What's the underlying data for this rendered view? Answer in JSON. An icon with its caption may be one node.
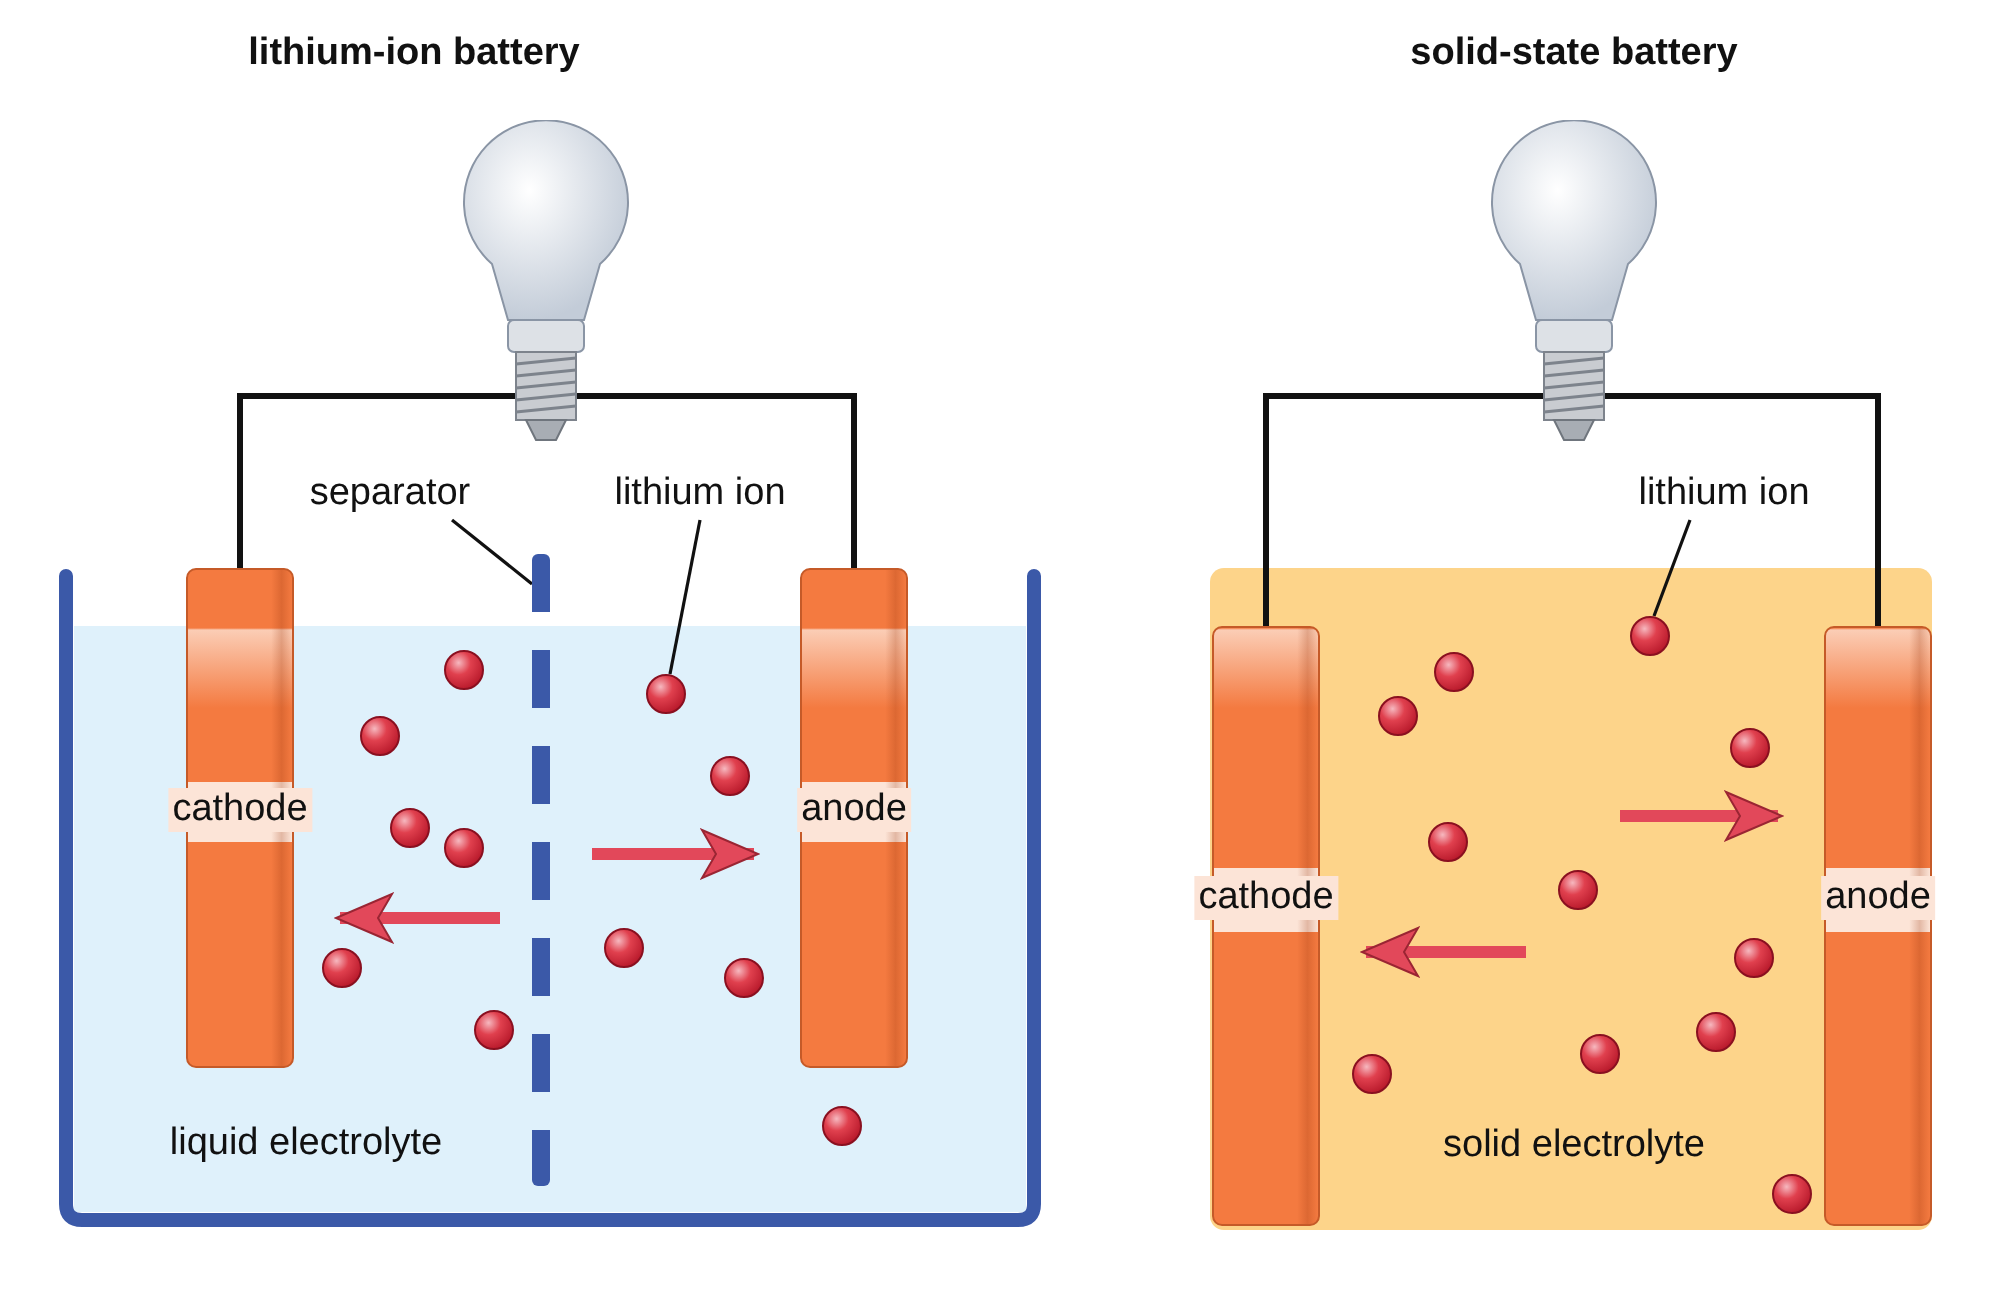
{
  "diagram": {
    "nodes": [
      {
        "text": [],
        "shape": "bulb"
      },
      {
        "text": [
          "cathode"
        ]
      },
      {
        "text": [
          "anode"
        ]
      },
      {
        "text": [
          "separator"
        ]
      },
      {
        "text": [],
        "shape": "bar"
      },
      {
        "text": [
          "lithium ion"
        ]
      },
      {
        "text": [],
        "shape": "circle"
      },
      {
        "text": [],
        "shape": "bulb"
      },
      {
        "text": [
          "cathode"
        ]
      },
      {
        "text": [
          "anode"
        ]
      },
      {
        "text": [
          "lithium ion"
        ]
      },
      {
        "text": [],
        "shape": "circle"
      },
      {
        "text": [],
        "shape": "circle"
      },
      {
        "text": [],
        "shape": "circle"
      },
      {
        "text": [],
        "shape": "circle"
      },
      {
        "text": [],
        "shape": "circle"
      },
      {
        "text": [],
        "shape": "circle"
      },
      {
        "text": [],
        "shape": "circle"
      },
      {
        "text": [],
        "shape": "circle"
      },
      {
        "text": [],
        "shape": "circle"
      },
      {
        "text": [],
        "shape": "circle"
      },
      {
        "text": [],
        "shape": "circle"
      },
      {
        "text": [],
        "shape": "circle"
      },
      {
        "text": [],
        "shape": "circle"
      },
      {
        "text": [],
        "shape": "circle"
      },
      {
        "text": [],
        "shape": "circle"
      },
      {
        "text": [],
        "shape": "circle"
      },
      {
        "text": [],
        "shape": "circle"
      },
      {
        "text": [],
        "shape": "circle"
      },
      {
        "text": [],
        "shape": "circle"
      },
      {
        "text": [],
        "shape": "circle"
      },
      {
        "text": [],
        "shape": "circle"
      }
    ],
    "edges": [
      {
        "from": 0,
        "to": 1,
        "arrow": "none"
      },
      {
        "from": 0,
        "to": 2,
        "arrow": "none"
      },
      {
        "from": 3,
        "to": 4,
        "arrow": "none"
      },
      {
        "from": 5,
        "to": 6,
        "arrow": "none"
      },
      {
        "from": 7,
        "to": 8,
        "arrow": "none"
      },
      {
        "from": 7,
        "to": 9,
        "arrow": "none"
      },
      {
        "from": 10,
        "to": 11,
        "arrow": "none"
      },
      {
        "from": null,
        "to": 1,
        "arrow": "to",
        "style": "thick",
        "color": "#e2485a"
      },
      {
        "from": null,
        "to": 2,
        "arrow": "to",
        "style": "thick",
        "color": "#e2485a"
      },
      {
        "from": null,
        "to": 9,
        "arrow": "to",
        "style": "thick",
        "color": "#e2485a"
      },
      {
        "from": null,
        "to": 8,
        "arrow": "to",
        "style": "thick",
        "color": "#e2485a"
      }
    ],
    "labels": [
      "lithium-ion battery",
      "solid-state battery",
      "liquid electrolyte",
      "solid electrolyte"
    ]
  }
}
